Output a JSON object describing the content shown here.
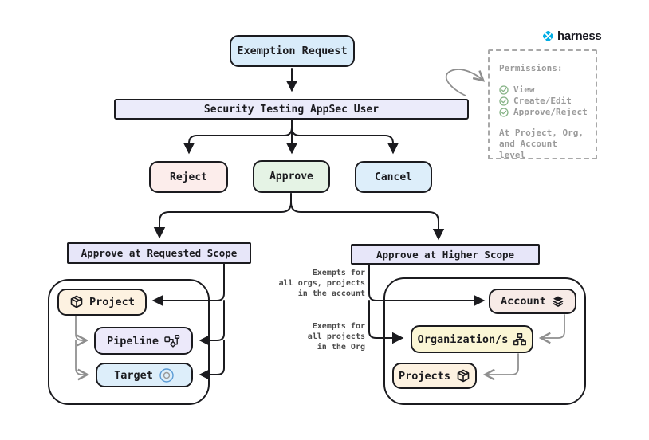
{
  "logo": {
    "text": "harness",
    "icon": "harness-logo-icon",
    "brand_color": "#00ade4"
  },
  "nodes": {
    "exemption_request": "Exemption Request",
    "appsec_user": "Security Testing AppSec User",
    "reject": "Reject",
    "approve": "Approve",
    "cancel": "Cancel",
    "requested_scope": "Approve at Requested Scope",
    "higher_scope": "Approve at Higher Scope",
    "project": "Project",
    "pipeline": "Pipeline",
    "target": "Target",
    "account": "Account",
    "organizations": "Organization/s",
    "projects": "Projects"
  },
  "labels": {
    "exempt_account": [
      "Exempts for",
      "all orgs, projects",
      "in the account"
    ],
    "exempt_org": [
      "Exempts for",
      "all projects",
      "in the Org"
    ]
  },
  "permissions": {
    "title": "Permissions:",
    "items": [
      "View",
      "Create/Edit",
      "Approve/Reject"
    ],
    "footer": [
      "At Project, Org,",
      "and Account level"
    ]
  },
  "icons": {
    "project": "cube-icon",
    "projects": "cube-icon",
    "pipeline": "pipeline-graph-icon",
    "target": "target-circle-icon",
    "account": "layers-icon",
    "organizations": "org-chart-icon",
    "permission_item": "check-circle-icon"
  },
  "colors": {
    "border": "#1b1b1f",
    "exemption_request_fill": "#d9ecfa",
    "appsec_bar_fill": "#ebebfa",
    "reject_fill": "#fcedeb",
    "approve_fill": "#e5f3e5",
    "cancel_fill": "#ddeefa",
    "scope_fill": "#e7e6f9",
    "project_fill": "#fdf2e1",
    "pipeline_fill": "#ece9fa",
    "target_fill": "#ddeefa",
    "account_fill": "#f7ebe7",
    "organizations_fill": "#fbf6d5",
    "gray_connector": "#8f8f8f",
    "check_green": "#86b386",
    "dashed_border": "#a8a8a8"
  }
}
